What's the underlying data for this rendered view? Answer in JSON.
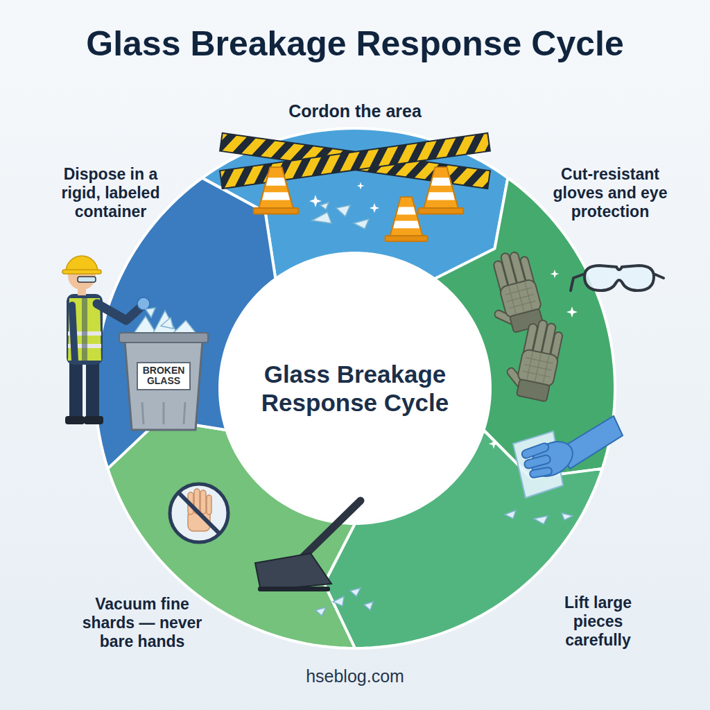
{
  "diagram": {
    "title": "Glass Breakage Response Cycle",
    "nodes": [
      {
        "text": [
          "Cordon the area"
        ]
      },
      {
        "text": [
          "Cut-resistant gloves and eye protection"
        ]
      },
      {
        "text": [
          "Lift large pieces carefully"
        ]
      },
      {
        "text": [
          "Vacuum fine shards — never bare hands"
        ]
      },
      {
        "text": [
          "Dispose in a rigid, labeled container"
        ]
      },
      {
        "text": [
          "Glass Breakage Response Cycle"
        ]
      }
    ],
    "labels": [
      "BROKEN GLASS",
      "hseblog.com"
    ]
  }
}
